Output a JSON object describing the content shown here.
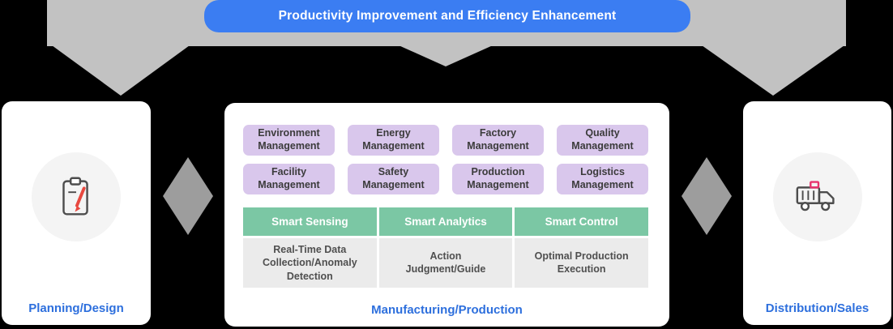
{
  "banner": {
    "label": "Productivity Improvement and Efficiency Enhancement"
  },
  "left_card": {
    "label": "Planning/Design",
    "icon": "clipboard-pencil-icon"
  },
  "center_card": {
    "label": "Manufacturing/Production",
    "management_areas": [
      {
        "label": "Environment Management"
      },
      {
        "label": "Energy Management"
      },
      {
        "label": "Factory Management"
      },
      {
        "label": "Quality Management"
      },
      {
        "label": "Facility Management"
      },
      {
        "label": "Safety Management"
      },
      {
        "label": "Production Management"
      },
      {
        "label": "Logistics Management"
      }
    ],
    "smart_table": {
      "headers": [
        "Smart Sensing",
        "Smart Analytics",
        "Smart Control"
      ],
      "descriptions": [
        "Real-Time Data Collection/Anomaly Detection",
        "Action Judgment/Guide",
        "Optimal Production Execution"
      ]
    }
  },
  "right_card": {
    "label": "Distribution/Sales",
    "icon": "delivery-truck-icon"
  },
  "colors": {
    "background": "#000000",
    "banner_blue": "#3b7df2",
    "accent_blue": "#2d6fdd",
    "purple_chip": "#d9c7ec",
    "green_header": "#7bc7a4",
    "gray_row": "#ebebeb",
    "arrow_gray": "#c2c2c2",
    "diamond_gray": "#9d9d9d",
    "card_white": "#ffffff",
    "icon_red": "#e8483f"
  }
}
